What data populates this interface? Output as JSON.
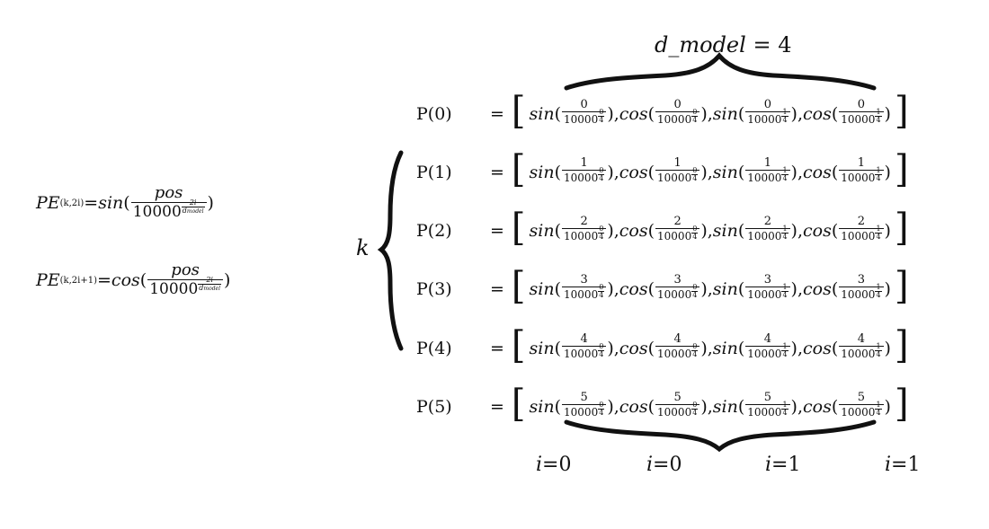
{
  "top_label": {
    "symbol": "d_model",
    "eq": " = ",
    "value": "4"
  },
  "k_label": "k",
  "formulas": [
    {
      "lhs_main": "PE",
      "lhs_sub": "(k,2i)",
      "eq": " = ",
      "func": "sin",
      "num": "pos",
      "den_base": "10000",
      "exp_num": "2i",
      "exp_den": "d",
      "exp_den_sub": "model"
    },
    {
      "lhs_main": "PE",
      "lhs_sub": "(k,2i+1)",
      "eq": " = ",
      "func": "cos",
      "num": "pos",
      "den_base": "10000",
      "exp_num": "2i",
      "exp_den": "d",
      "exp_den_sub": "model"
    }
  ],
  "rows": [
    {
      "label": "P(0)",
      "pos": "0"
    },
    {
      "label": "P(1)",
      "pos": "1"
    },
    {
      "label": "P(2)",
      "pos": "2"
    },
    {
      "label": "P(3)",
      "pos": "3"
    },
    {
      "label": "P(4)",
      "pos": "4"
    },
    {
      "label": "P(5)",
      "pos": "5"
    }
  ],
  "terms": [
    {
      "func": "sin",
      "base": "10000",
      "exp_num": "0",
      "exp_den": "4"
    },
    {
      "func": "cos",
      "base": "10000",
      "exp_num": "0",
      "exp_den": "4"
    },
    {
      "func": "sin",
      "base": "10000",
      "exp_num": "1",
      "exp_den": "4"
    },
    {
      "func": "cos",
      "base": "10000",
      "exp_num": "1",
      "exp_den": "4"
    }
  ],
  "symbols": {
    "eq": "=",
    "open_paren": "(",
    "close_paren_comma": "),",
    "close_paren": ")",
    "lbracket": "[",
    "rbracket": "]"
  },
  "bottom_labels": [
    {
      "var": "i",
      "eq": "=",
      "value": "0"
    },
    {
      "var": "i",
      "eq": "=",
      "value": "0"
    },
    {
      "var": "i",
      "eq": "=",
      "value": "1"
    },
    {
      "var": "i",
      "eq": "=",
      "value": "1"
    }
  ]
}
